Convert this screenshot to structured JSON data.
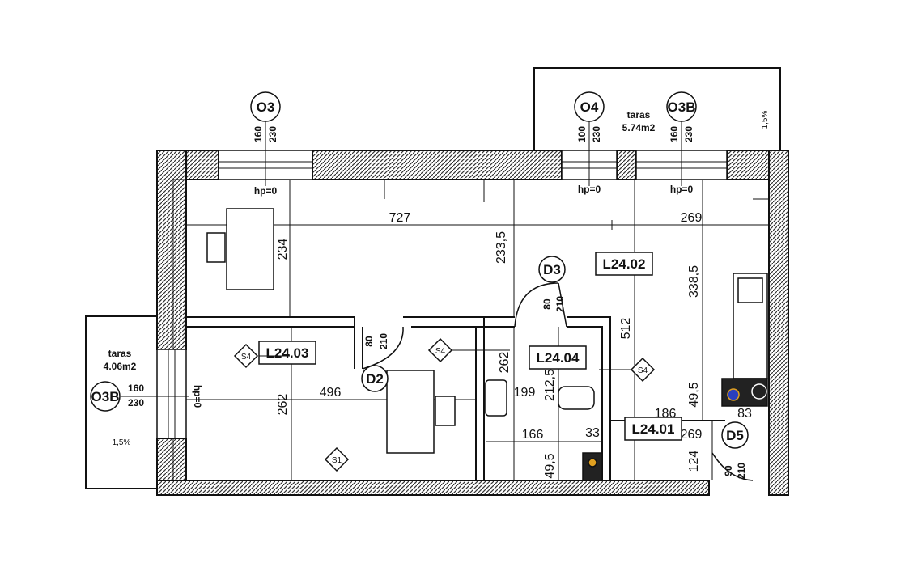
{
  "rooms": {
    "L24_02": "L24.02",
    "L24_03": "L24.03",
    "L24_04": "L24.04",
    "L24_01": "L24.01"
  },
  "terraces": {
    "top": {
      "label": "taras",
      "area": "5.74m2",
      "slope": "1,5%"
    },
    "left": {
      "label": "taras",
      "area": "4.06m2",
      "slope": "1,5%"
    }
  },
  "windows": {
    "o3": {
      "tag": "O3",
      "w": "160",
      "h": "230",
      "hp": "hp=0"
    },
    "o4": {
      "tag": "O4",
      "w": "100",
      "h": "230",
      "hp": "hp=0"
    },
    "o3b_top": {
      "tag": "O3B",
      "w": "160",
      "h": "230",
      "hp": "hp=0"
    },
    "o3b_left": {
      "tag": "O3B",
      "w": "160",
      "h": "230",
      "hp": "hp=0"
    }
  },
  "doors": {
    "d2": {
      "tag": "D2",
      "w": "80",
      "h": "210"
    },
    "d3": {
      "tag": "D3",
      "w": "80",
      "h": "210"
    },
    "d5": {
      "tag": "D5",
      "w": "90",
      "h": "210"
    }
  },
  "sockets": {
    "s4_a": "S4",
    "s4_b": "S4",
    "s4_c": "S4",
    "s1": "S1"
  },
  "dimensions": {
    "d727": "727",
    "d269_top": "269",
    "d234": "234",
    "d233_5": "233,5",
    "d338_5": "338,5",
    "d512": "512",
    "d262_bath": "262",
    "d496": "496",
    "d262_left": "262",
    "d199": "199",
    "d212_5": "212,5",
    "d166": "166",
    "d33": "33",
    "d49_5_bottom": "49,5",
    "d186": "186",
    "d83": "83",
    "d269_mid": "269",
    "d49_5_right": "49,5",
    "d124": "124"
  }
}
